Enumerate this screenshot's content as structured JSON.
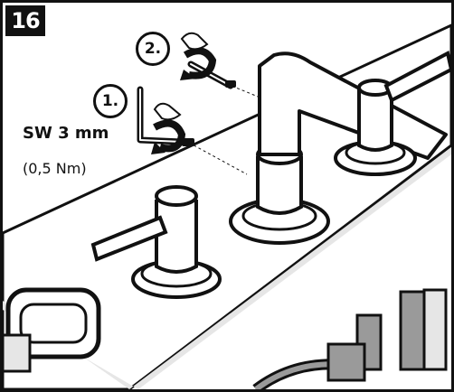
{
  "figure": {
    "step_number": "16",
    "steps": [
      {
        "marker": "1."
      },
      {
        "marker": "2."
      }
    ],
    "tool_size": "SW 3 mm",
    "torque": "(0,5 Nm)"
  },
  "colors": {
    "line": "#111111",
    "surface": "#ffffff",
    "shade": "#e6e6e6",
    "pipe": "#9a9a9a"
  },
  "icons": [
    "hex-key-icon",
    "rotate-arrow-icon",
    "hand-icon",
    "set-screw-icon"
  ]
}
